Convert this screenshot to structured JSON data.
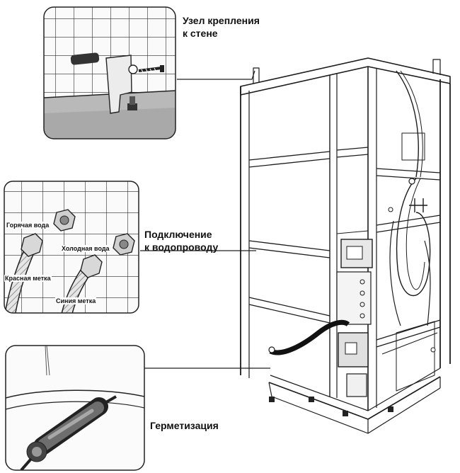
{
  "callouts": {
    "wall_mount": [
      "Узел крепления",
      "к стене"
    ],
    "water_connection": [
      "Подключение",
      "к водопроводу"
    ],
    "sealing": "Герметизация"
  },
  "pipe_labels": {
    "hot_water": "Горячая вода",
    "cold_water": "Холодная вода",
    "red_mark": "Красная метка",
    "blue_mark": "Синия метка"
  }
}
